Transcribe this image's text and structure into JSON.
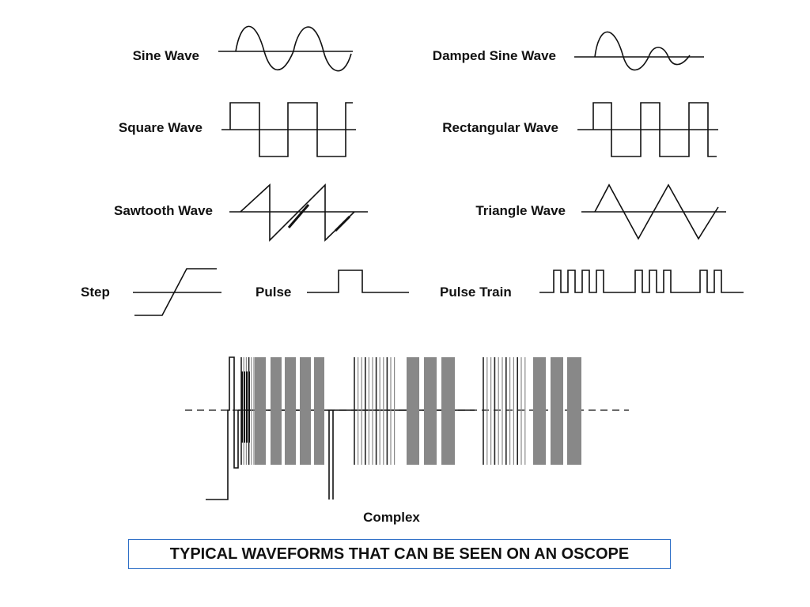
{
  "waveforms": {
    "sine": "Sine Wave",
    "damped_sine": "Damped Sine Wave",
    "square": "Square Wave",
    "rectangular": "Rectangular Wave",
    "sawtooth": "Sawtooth Wave",
    "triangle": "Triangle Wave",
    "step": "Step",
    "pulse": "Pulse",
    "pulse_train": "Pulse Train",
    "complex": "Complex"
  },
  "caption": "TYPICAL WAVEFORMS THAT CAN BE SEEN ON AN OSCOPE"
}
